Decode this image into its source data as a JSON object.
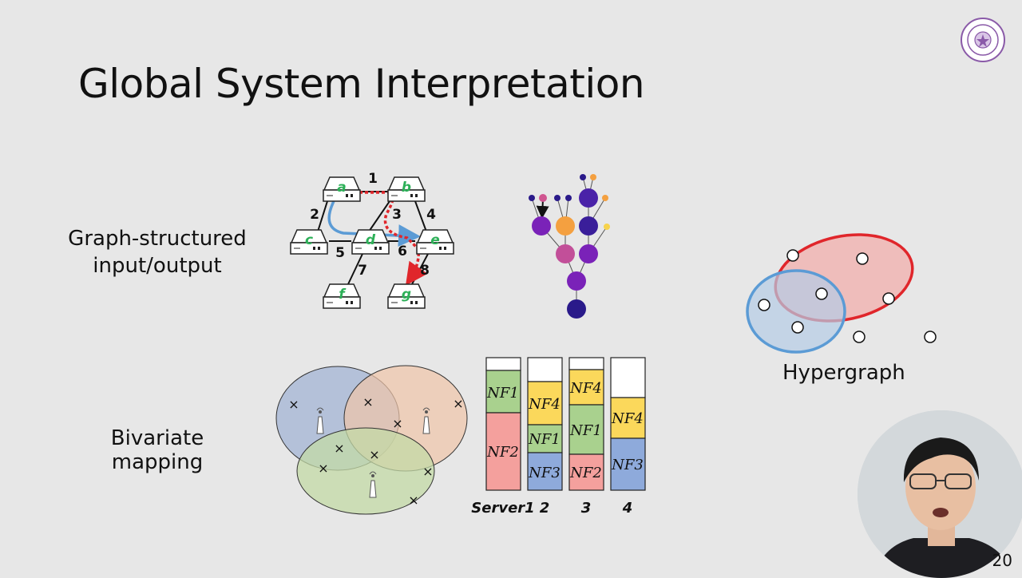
{
  "slide": {
    "title": "Global System Interpretation",
    "page_number": "20"
  },
  "labels": {
    "graph_line1": "Graph-structured",
    "graph_line2": "input/output",
    "bivariate": "Bivariate mapping",
    "hypergraph": "Hypergraph"
  },
  "network": {
    "nodes": [
      "a",
      "b",
      "c",
      "d",
      "e",
      "f",
      "g"
    ],
    "edges": [
      "1",
      "2",
      "3",
      "4",
      "5",
      "6",
      "7",
      "8"
    ]
  },
  "servers": {
    "labels": [
      "Server1",
      "2",
      "3",
      "4"
    ],
    "blocks": {
      "s1_top": "NF1",
      "s1_bottom": "NF2",
      "s2_a": "NF4",
      "s2_b": "NF1",
      "s2_c": "NF3",
      "s3_a": "NF4",
      "s3_b": "NF1",
      "s3_c": "NF2",
      "s4_a": "NF4",
      "s4_b": "NF3"
    }
  },
  "colors": {
    "red_ellipse": "#e0262b",
    "blue_ellipse": "#5a90c8",
    "node_green": "#2db058",
    "nf_green": "#a9d18e",
    "nf_red": "#f4a09d",
    "nf_yellow": "#fbd85b",
    "nf_blue": "#8eaadb",
    "tree_purple": "#6a1fb0",
    "tree_navy": "#2a1a8a"
  },
  "icons": {
    "logo": "university-seal-icon",
    "antenna": "antenna-icon",
    "router": "router-icon"
  }
}
